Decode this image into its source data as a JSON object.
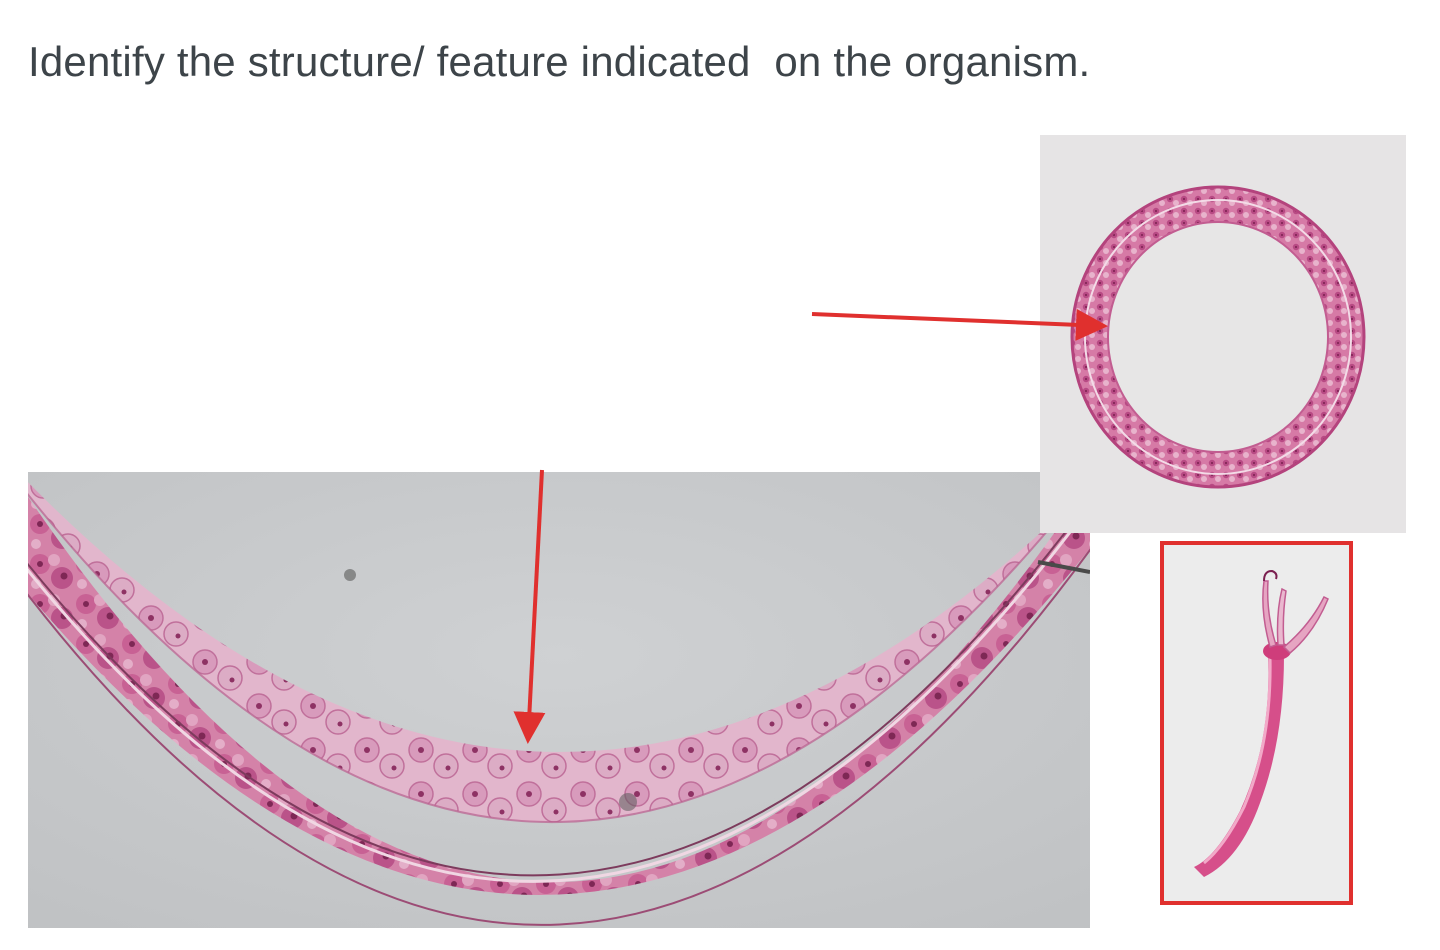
{
  "question": {
    "text": "Identify the structure/ feature indicated  on the organism."
  },
  "images": {
    "zoomed_section": "stained cross-section detail of body wall",
    "full_section": "stained full ring cross-section",
    "whole_organism": "stained hydra whole mount"
  },
  "colors": {
    "stain": "#c2487f",
    "pointer_arrow": "#e0302e",
    "highlight_border": "#e0302e",
    "zoom_background": "#c9cbcd",
    "full_background": "#e6e4e5",
    "organism_background": "#ececec",
    "text": "#3d4449"
  }
}
